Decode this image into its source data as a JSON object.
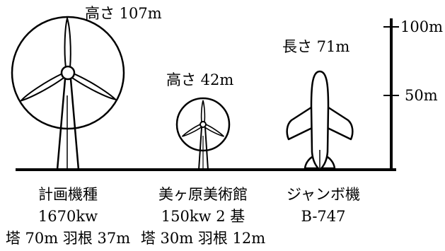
{
  "scale": {
    "labels": [
      "100m",
      "50m"
    ],
    "values": [
      100,
      50
    ],
    "unit": "m"
  },
  "objects": [
    {
      "top_label": "高さ 107m",
      "value": 107,
      "lines": [
        "計画機種",
        "1670kw",
        "塔 70m 羽根 37m"
      ]
    },
    {
      "top_label": "高さ 42m",
      "value": 42,
      "lines": [
        "美ヶ原美術館",
        "150kw 2 基",
        "塔 30m 羽根 12m"
      ]
    },
    {
      "top_label": "長さ 71m",
      "value": 71,
      "lines": [
        "ジャンボ機",
        "B-747"
      ]
    }
  ],
  "colors": {
    "ink": "#000000",
    "background": "#ffffff"
  }
}
